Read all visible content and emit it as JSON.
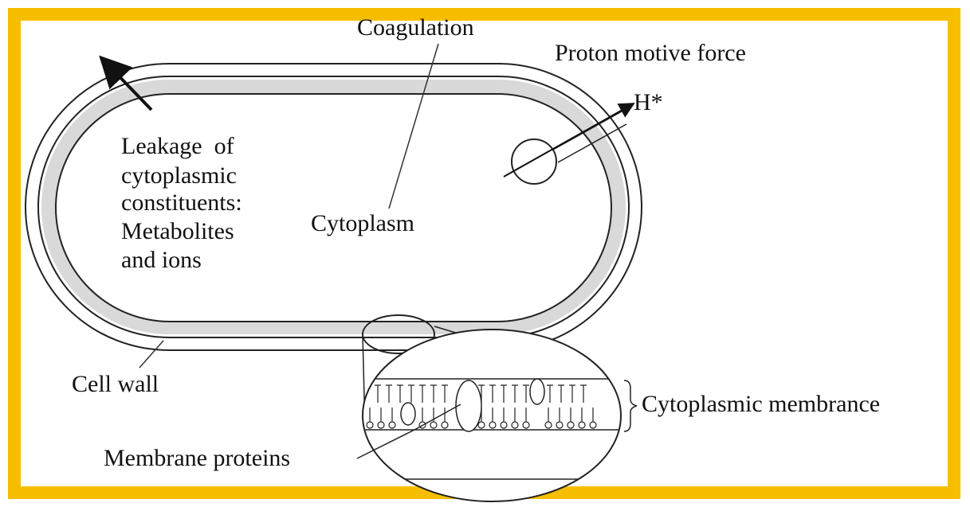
{
  "border_color": "#F7BE00",
  "labels": {
    "coagulation": "Coagulation",
    "proton_motive_force": "Proton motive force",
    "h_star": "H*",
    "leakage_line1": "Leakage  of",
    "leakage_line2": "cytoplasmic",
    "leakage_line3": "constituents:",
    "leakage_line4": "Metabolites",
    "leakage_line5": "and ions",
    "cytoplasm": "Cytoplasm",
    "cell_wall": "Cell wall",
    "cytoplasmic_membrane": "Cytoplasmic membrance",
    "membrane_proteins": "Membrane proteins"
  }
}
